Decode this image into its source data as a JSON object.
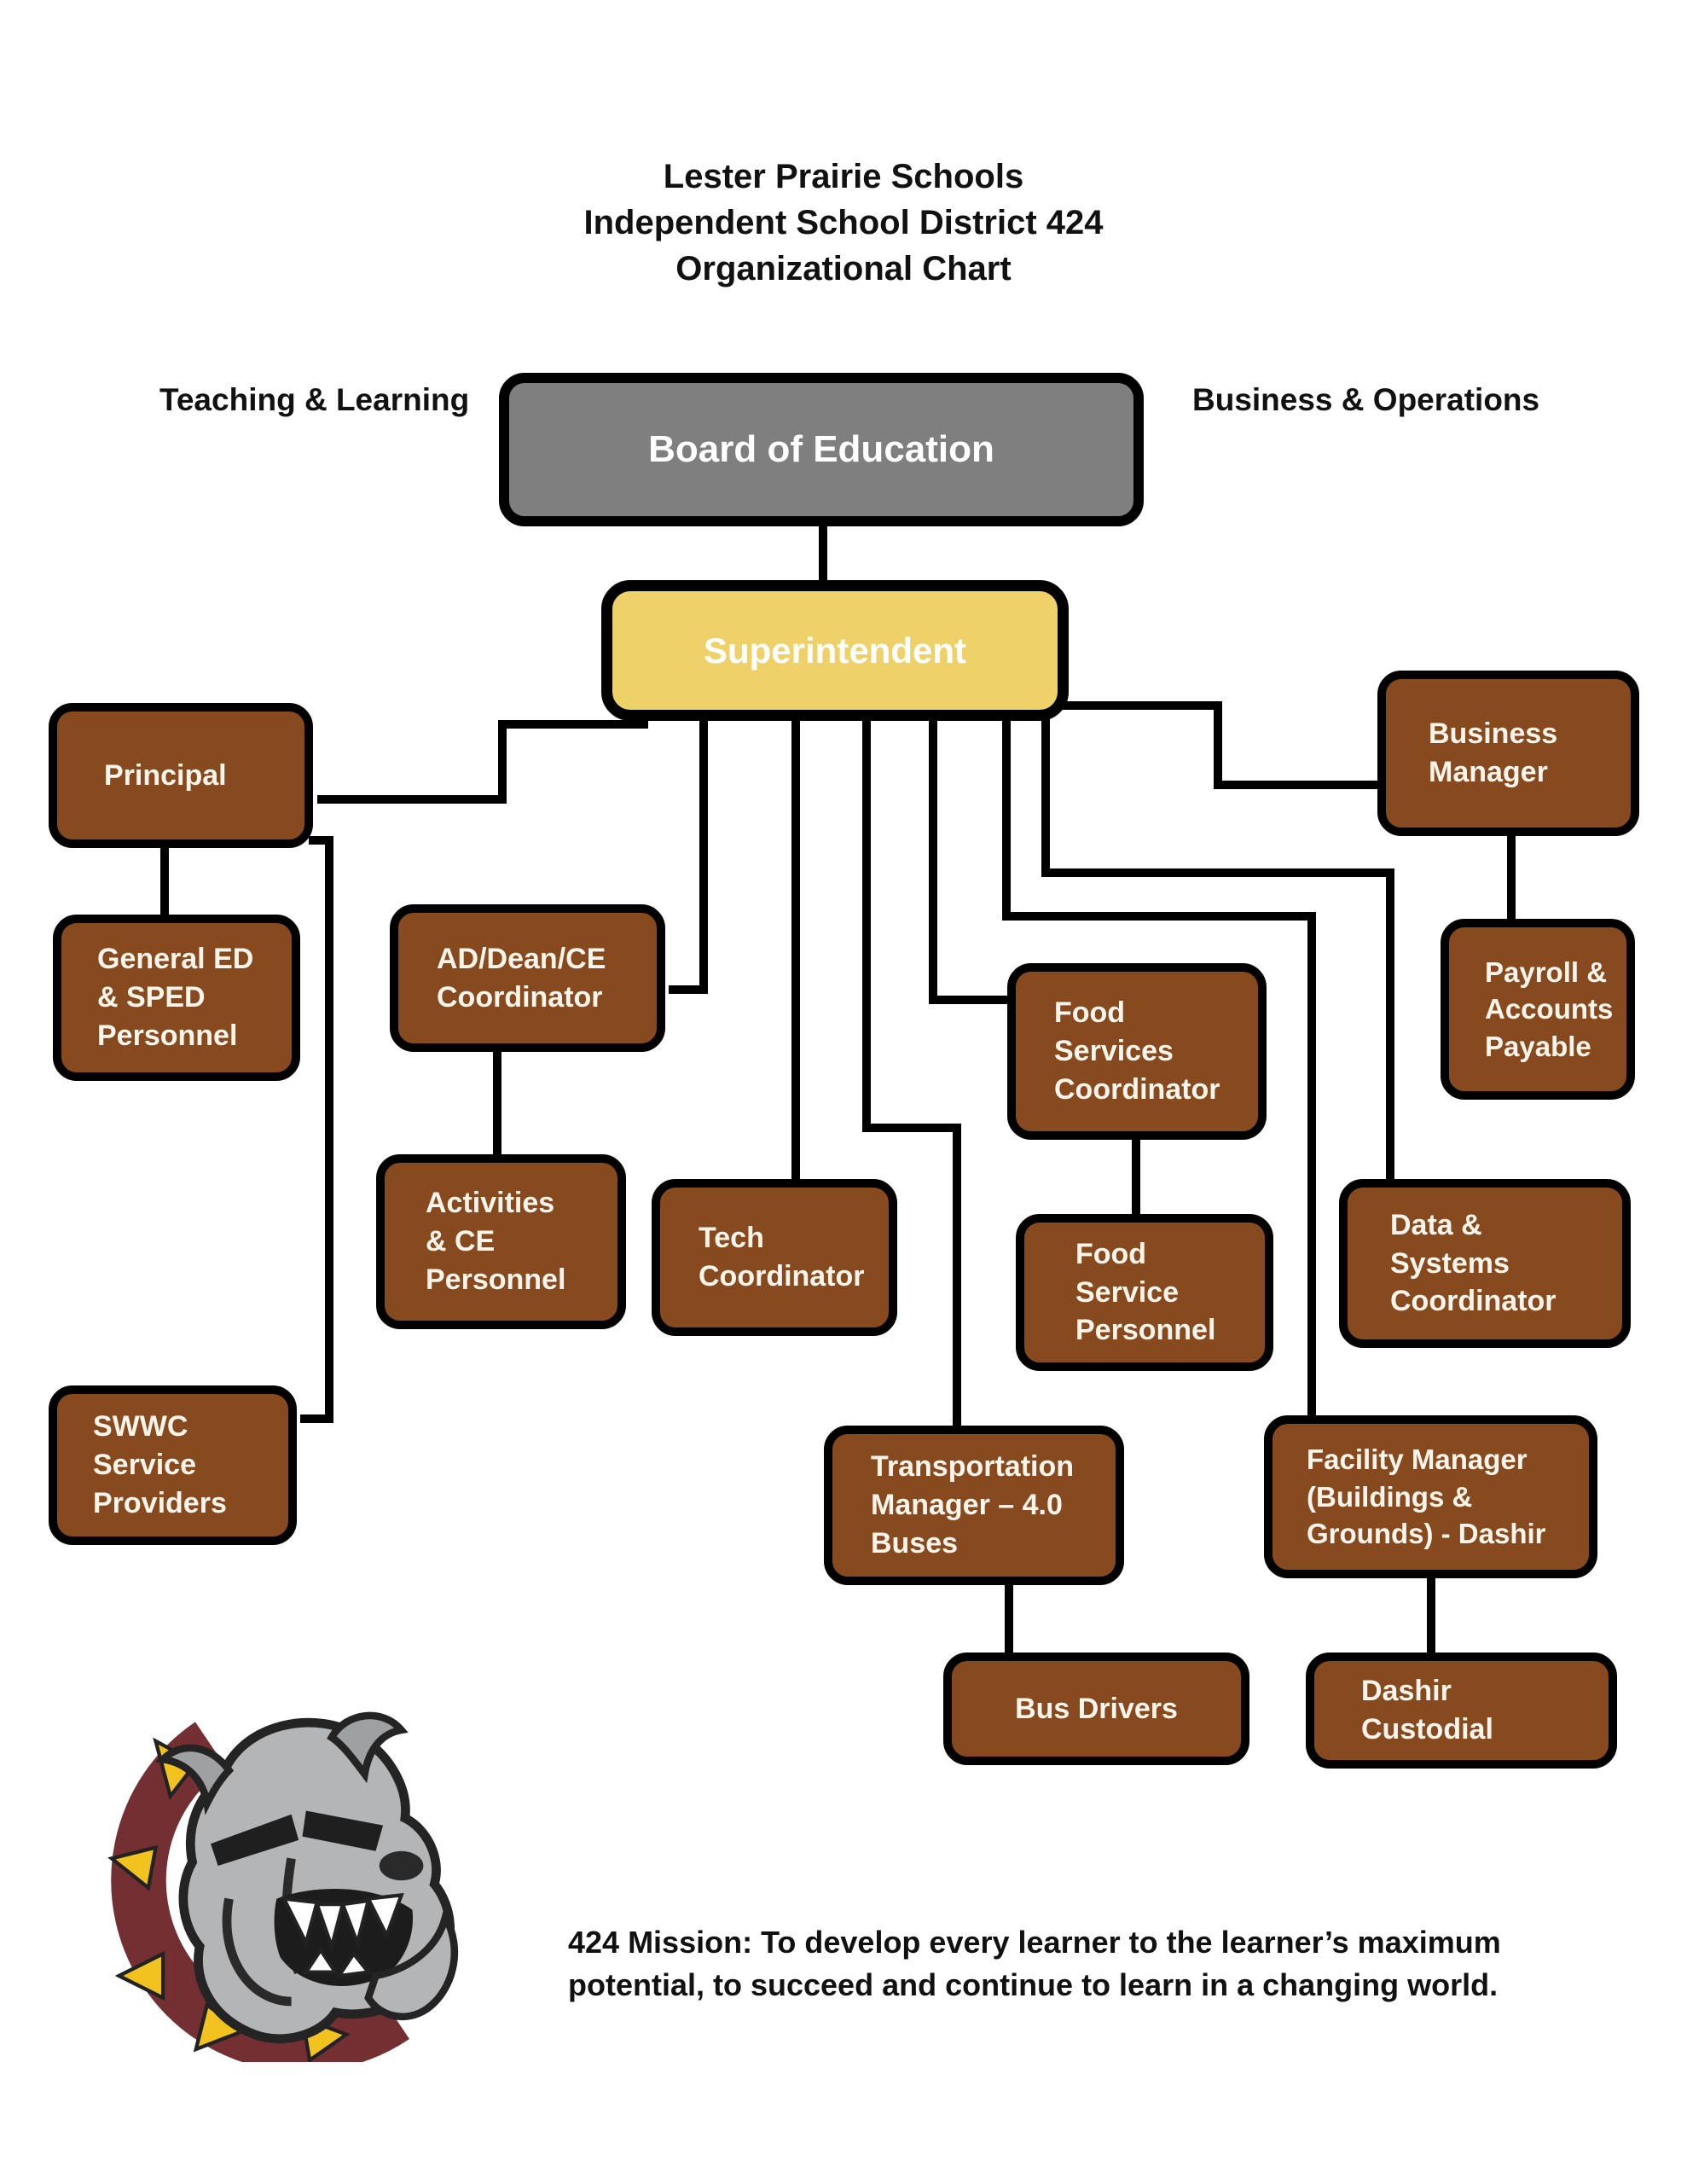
{
  "title": {
    "line1": "Lester Prairie Schools",
    "line2": "Independent School District 424",
    "line3": "Organizational Chart"
  },
  "side_labels": {
    "left": "Teaching & Learning",
    "right": "Business & Operations"
  },
  "nodes": {
    "board": {
      "label": "Board of Education"
    },
    "superintendent": {
      "label": "Superintendent"
    },
    "principal": {
      "label": "Principal"
    },
    "general_ed": {
      "label": "General ED\n& SPED\nPersonnel"
    },
    "ad_dean_ce": {
      "label": "AD/Dean/CE\nCoordinator"
    },
    "activities": {
      "label": "Activities\n& CE\nPersonnel"
    },
    "swwc": {
      "label": "SWWC\nService\nProviders"
    },
    "tech": {
      "label": "Tech\nCoordinator"
    },
    "food_services_coordinator": {
      "label": "Food\nServices\nCoordinator"
    },
    "food_service_personnel": {
      "label": "Food\nService\nPersonnel"
    },
    "transportation": {
      "label": "Transportation\nManager – 4.0\nBuses"
    },
    "bus_drivers": {
      "label": "Bus Drivers"
    },
    "business_manager": {
      "label": "Business\nManager"
    },
    "payroll": {
      "label": "Payroll &\nAccounts\nPayable"
    },
    "data_systems": {
      "label": "Data &\nSystems\nCoordinator"
    },
    "facility_manager": {
      "label": "Facility Manager\n(Buildings &\nGrounds) - Dashir"
    },
    "dashir_custodial": {
      "label": "Dashir\nCustodial"
    }
  },
  "mission": "424 Mission: To develop every learner to the learner’s maximum\npotential, to succeed and continue to learn in a changing world.",
  "logo": {
    "name": "bulldog-mascot"
  },
  "colors": {
    "box_brown": "#874A1E",
    "box_yellow": "#EFD169",
    "box_gray": "#7F7F7F",
    "connector_black": "#000000",
    "box_text": "#FDF5EC",
    "collar_maroon": "#742F33",
    "spike_yellow": "#F2C31F",
    "dog_gray": "#B4B5B7"
  }
}
